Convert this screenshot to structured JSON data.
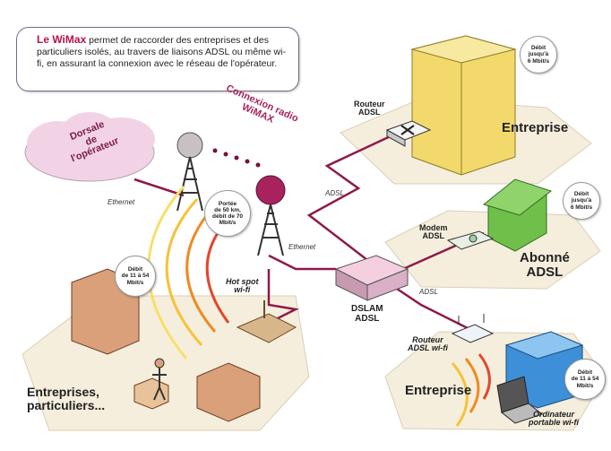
{
  "callout": {
    "brand": "Le WiMax",
    "text": "permet de raccorder des entreprises et des particuliers isolés, au travers de liaisons ADSL ou même wi-fi, en assurant la connexion avec le réseau de l'opérateur."
  },
  "backbone": {
    "line1": "Dorsale",
    "line2": "de",
    "line3": "l'opérateur"
  },
  "radio": {
    "line1": "Connexion radio",
    "line2": "WiMAX"
  },
  "range_bubble": {
    "line1": "Portée",
    "line2": "de 50 km,",
    "line3": "débit de 70",
    "line4": "Mbit/s"
  },
  "links": {
    "ethernet_1": "Ethernet",
    "ethernet_2": "Ethernet",
    "adsl_1": "ADSL",
    "adsl_2": "ADSL"
  },
  "enterprise_top": {
    "router_label_1": "Routeur",
    "router_label_2": "ADSL",
    "name": "Entreprise",
    "speed_1": "Débit",
    "speed_2": "jusqu'à",
    "speed_3": "6 Mbit/s"
  },
  "subscriber": {
    "modem_label_1": "Modem",
    "modem_label_2": "ADSL",
    "name_1": "Abonné",
    "name_2": "ADSL",
    "speed_1": "Débit",
    "speed_2": "jusqu'à",
    "speed_3": "6 Mbit/s"
  },
  "dslam": {
    "line1": "DSLAM",
    "line2": "ADSL"
  },
  "hotspot": {
    "line1": "Hot spot",
    "line2": "wi-fi"
  },
  "left_zone": {
    "name_1": "Entreprises,",
    "name_2": "particuliers...",
    "speed_1": "Débit",
    "speed_2": "de 11 à 54",
    "speed_3": "Mbit/s"
  },
  "enterprise_bottom": {
    "router_label_1": "Routeur",
    "router_label_2": "ADSL wi-fi",
    "name": "Entreprise",
    "laptop_label_1": "Ordinateur",
    "laptop_label_2": "portable wi-fi",
    "speed_1": "Débit",
    "speed_2": "de 11 à 54",
    "speed_3": "Mbit/s"
  },
  "colors": {
    "cable": "#8e1a4a",
    "platform": "#f3ecd9",
    "cloud": "#f2d3e6",
    "wifi_waves": [
      "#e2472c",
      "#f08a24",
      "#f6c23a",
      "#f7e06a"
    ]
  }
}
